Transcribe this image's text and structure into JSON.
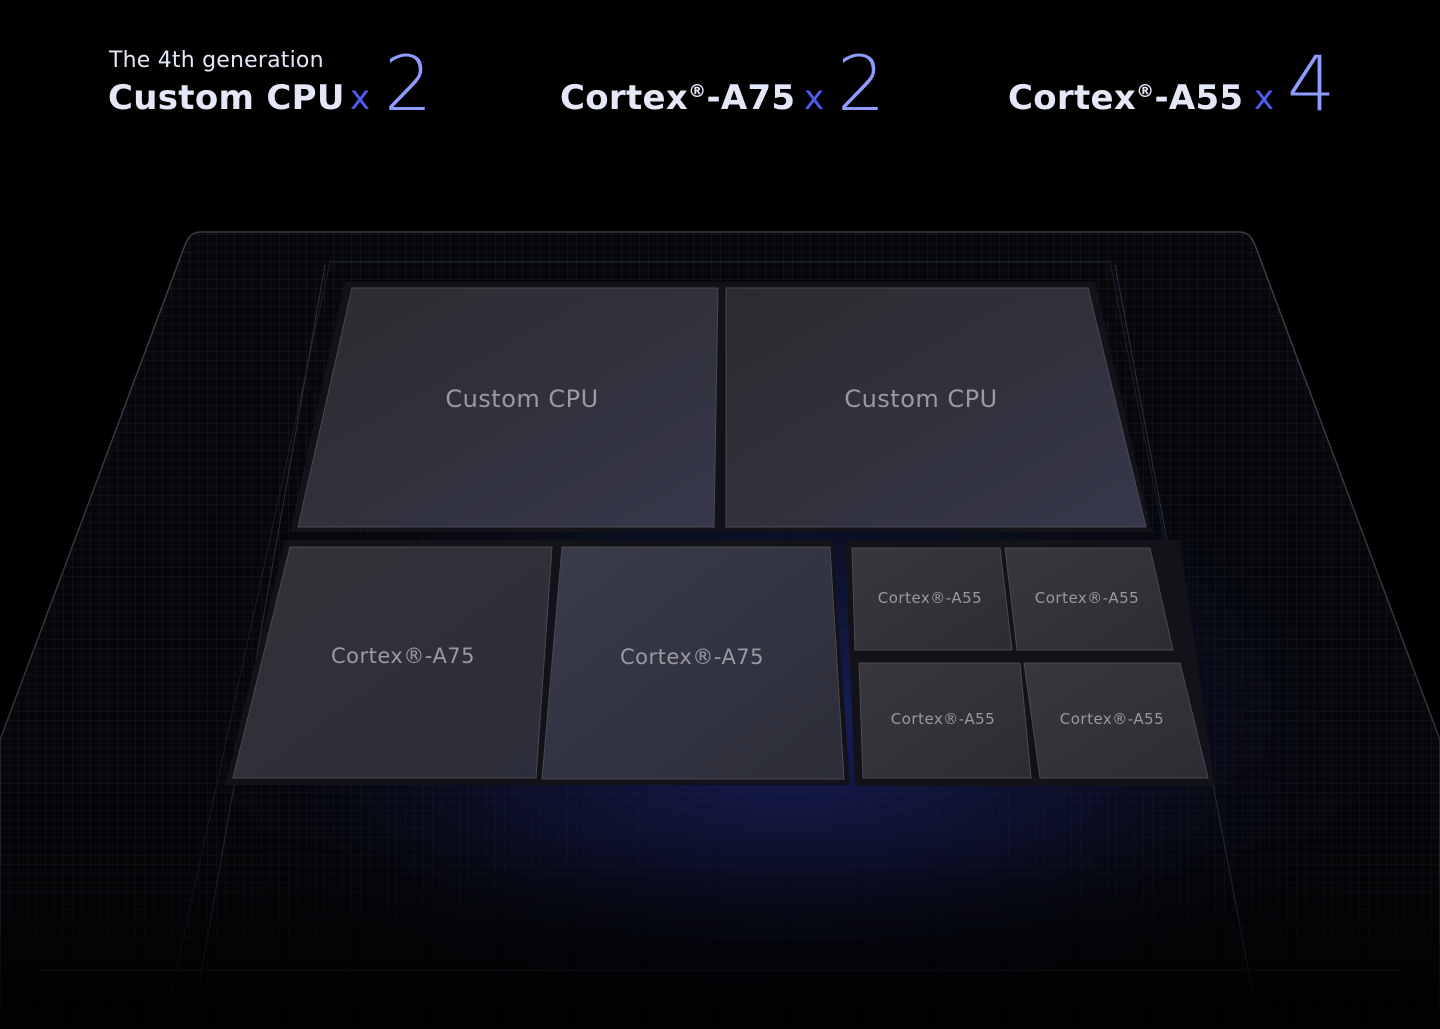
{
  "header": {
    "specs": [
      {
        "subtitle": "The 4th generation",
        "name": "Custom CPU",
        "multiplier": "x",
        "count": "2"
      },
      {
        "subtitle": "",
        "name": "Cortex",
        "reg": "®",
        "suffix": "-A75",
        "multiplier": "x",
        "count": "2"
      },
      {
        "subtitle": "",
        "name": "Cortex",
        "reg": "®",
        "suffix": "-A55",
        "multiplier": "x",
        "count": "4"
      }
    ]
  },
  "chip": {
    "tiles": [
      {
        "label": "Custom CPU",
        "type": "custom"
      },
      {
        "label": "Custom CPU",
        "type": "custom"
      },
      {
        "label": "Cortex®-A75",
        "type": "a75"
      },
      {
        "label": "Cortex®-A75",
        "type": "a75"
      },
      {
        "label": "Cortex®-A55",
        "type": "a55"
      },
      {
        "label": "Cortex®-A55",
        "type": "a55"
      },
      {
        "label": "Cortex®-A55",
        "type": "a55"
      },
      {
        "label": "Cortex®-A55",
        "type": "a55"
      }
    ]
  },
  "colors": {
    "background": "#000000",
    "text": "#e4e7f7",
    "accent_x": "#4f5cf0",
    "accent_number": "#8e9bff",
    "tile": "#2f2f35",
    "tile_label": "#9a9aa2",
    "glow": "#1a2a8a"
  }
}
